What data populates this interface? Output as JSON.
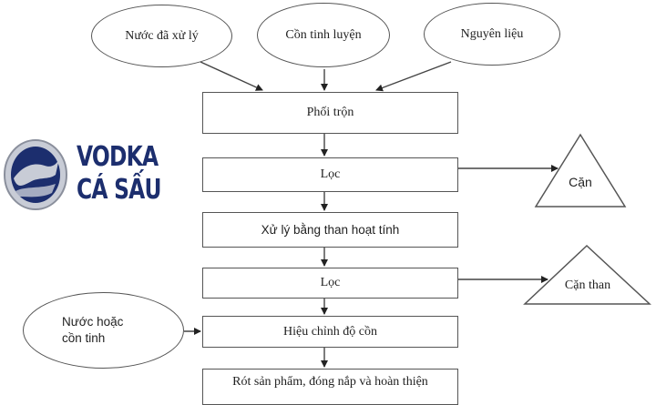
{
  "inputs": {
    "water": "Nước đã xử lý",
    "alcohol": "Cồn tinh luyện",
    "ingredients": "Nguyên liệu",
    "adjust_input": "Nước hoặc cồn tinh"
  },
  "steps": [
    {
      "label": "Phối trộn"
    },
    {
      "label": "Lọc"
    },
    {
      "label": "Xử lý bằng than hoạt tính"
    },
    {
      "label": "Lọc"
    },
    {
      "label": "Hiệu chỉnh độ cồn"
    },
    {
      "label": "Rót sản phẩm, đóng nắp và hoàn thiện"
    }
  ],
  "outputs": {
    "residue": "Cặn",
    "carbon_residue": "Cặn than"
  },
  "brand": {
    "line1": "VODKA",
    "line2": "CÁ SẤU",
    "color": "#1c2e6e"
  }
}
